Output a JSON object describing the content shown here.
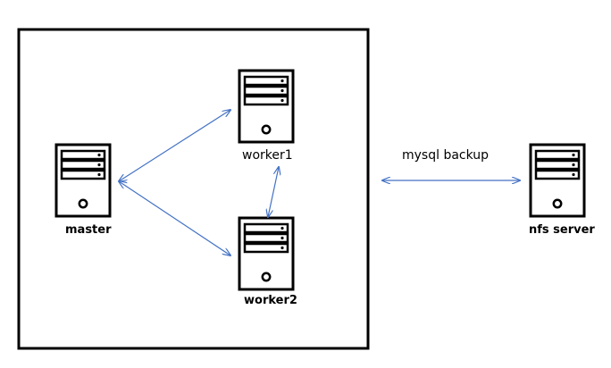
{
  "diagram": {
    "nodes": {
      "master": {
        "label": "master",
        "icon": "server-icon"
      },
      "worker1": {
        "label": "worker1",
        "icon": "server-icon"
      },
      "worker2": {
        "label": "worker2",
        "icon": "server-icon"
      },
      "nfs": {
        "label": "nfs server",
        "icon": "server-icon"
      }
    },
    "edges": [
      {
        "from": "master",
        "to": "worker1",
        "label": ""
      },
      {
        "from": "master",
        "to": "worker2",
        "label": ""
      },
      {
        "from": "worker1",
        "to": "worker2",
        "label": ""
      },
      {
        "from": "cluster",
        "to": "nfs",
        "label": "mysql backup"
      }
    ],
    "colors": {
      "arrow": "#4472c4",
      "border": "#000000",
      "server": "#000000"
    }
  }
}
